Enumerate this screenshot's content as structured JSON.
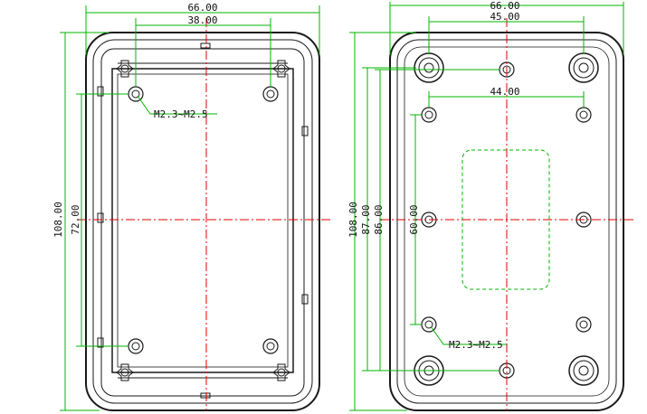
{
  "front_view": {
    "width_outer": "66.00",
    "width_holes": "38.00",
    "height_outer": "108.00",
    "height_holes": "72.00",
    "screw_note": "M2.3~M2.5"
  },
  "back_view": {
    "width_outer": "66.00",
    "width_boss": "45.00",
    "width_inner": "44.00",
    "height_outer": "108.00",
    "height_87": "87.00",
    "height_86": "86.00",
    "height_60": "60.00",
    "screw_note": "M2.3~M2.5"
  },
  "colors": {
    "outline": "#1a1a1a",
    "dimension": "#00b400",
    "centerline": "#e00000",
    "label": "#111111"
  }
}
